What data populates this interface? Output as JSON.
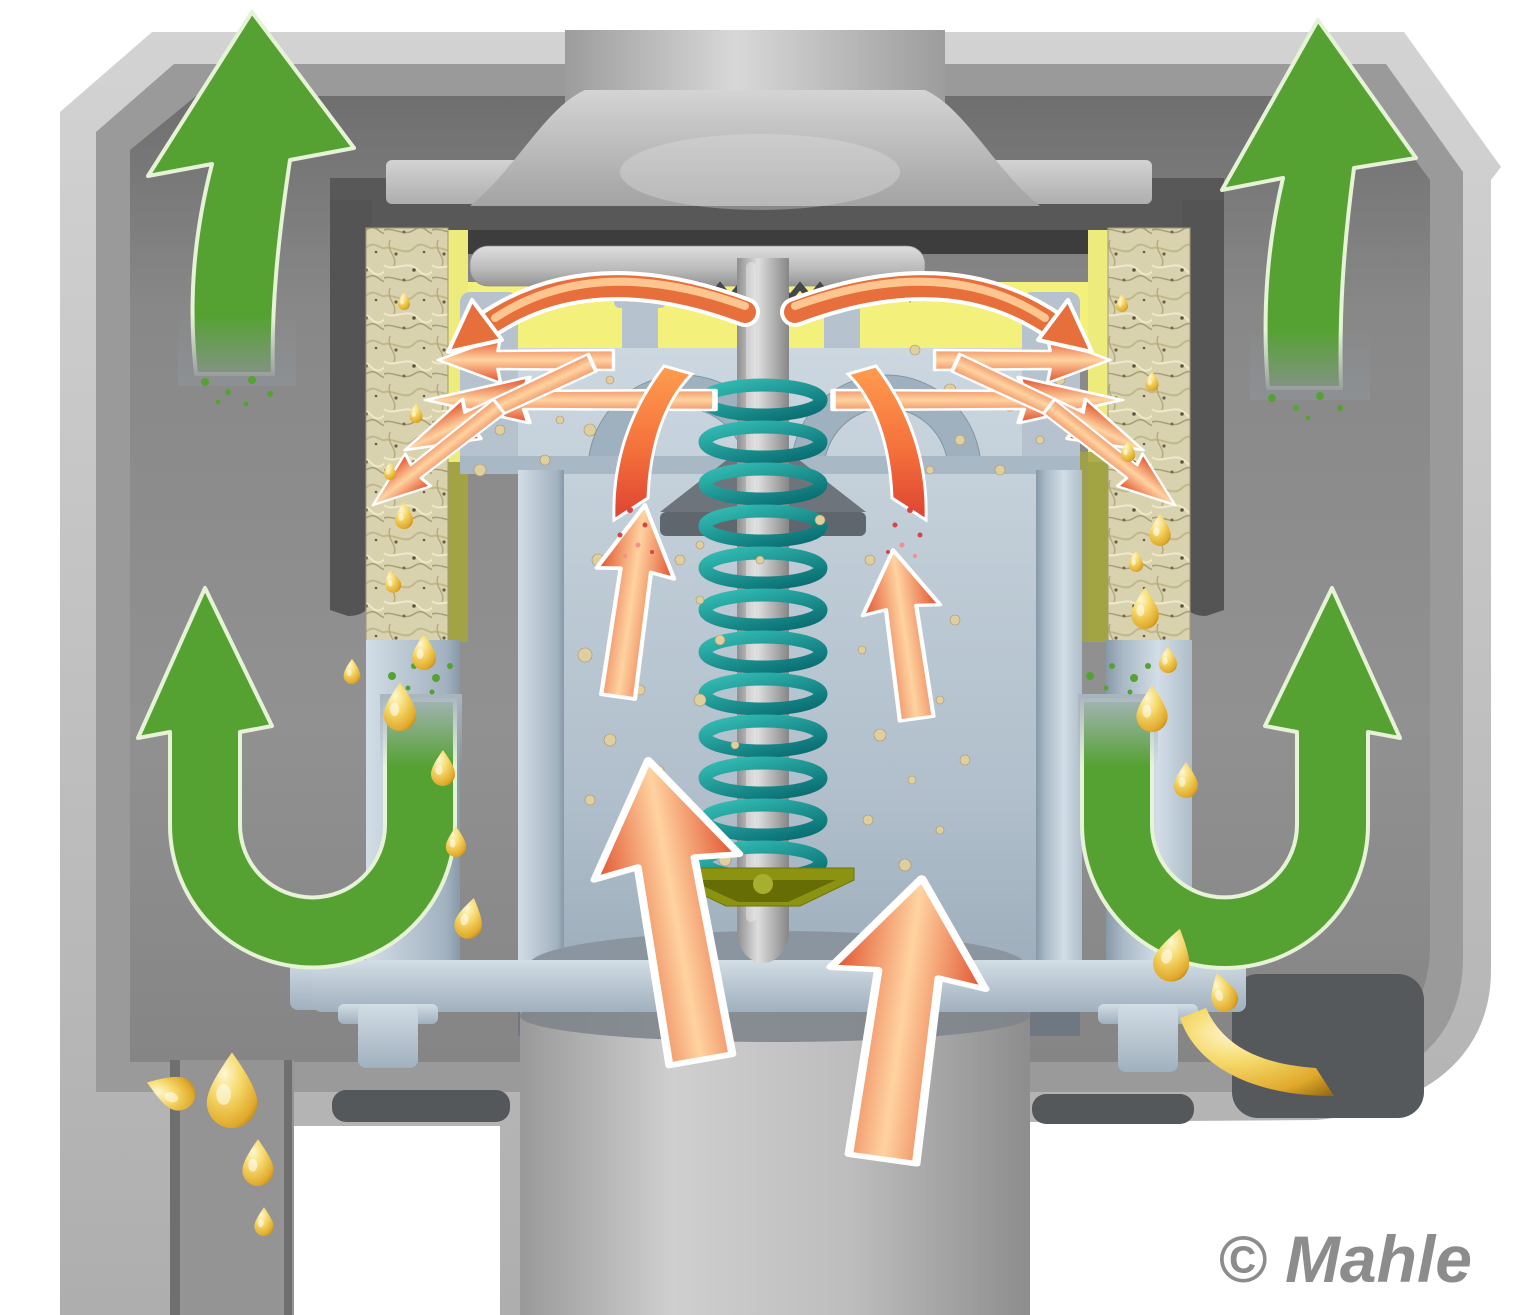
{
  "diagram": {
    "watermark": "© Mahle",
    "subject": "oil-separator-valve-cutaway"
  },
  "legend": {
    "clean_gas_flow": "green_arrow",
    "blowby_gas_flow": "red_arrow",
    "separated_oil": "oil",
    "oil_mist_particles": "particle",
    "filter_media": "filter",
    "valve_spring": "spring"
  },
  "colors": {
    "background": "#ffffff",
    "housing_shell": "#c0c0c0",
    "housing_inner": "#9a9a9a",
    "cavity": "#8a8a8a",
    "cap": "#585858",
    "cap_recess": "#3d3d3d",
    "chamber": "#b9c6d2",
    "chamber_wall": "#b6c3cf",
    "chamber_shadow": "#6f7780",
    "yellow_glow": "#f4f07c",
    "olive": "#a2a342",
    "filter": "#d9d2af",
    "spring": "#128d8d",
    "stem": "#c4c4c4",
    "red_arrow": "#e04e2b",
    "red_arrow_light": "#ffd3a0",
    "green_arrow": "#55a233",
    "green_outline": "#e6f3d7",
    "oil": "#f1c64a",
    "particle": "#e0cf9e",
    "retainer": "#8b9310",
    "slot_dark": "#54585b",
    "watermark": "#8c8c8c"
  }
}
